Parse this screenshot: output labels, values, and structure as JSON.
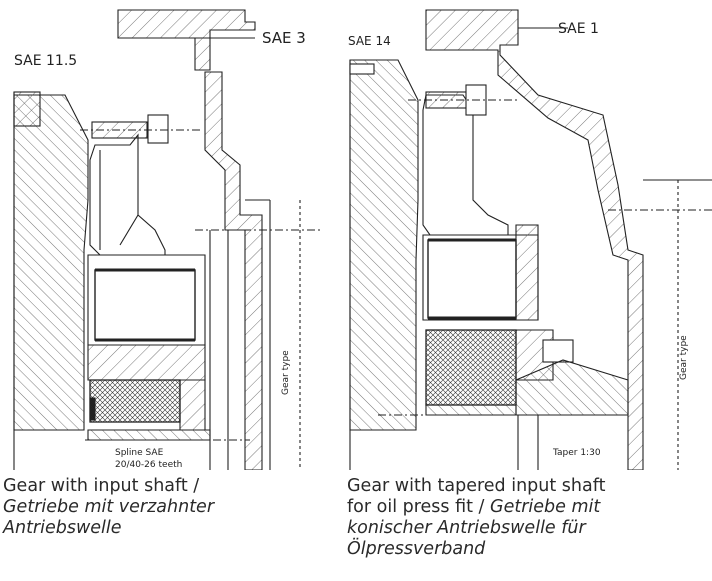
{
  "left": {
    "labels": {
      "sae_small": "SAE 11.5",
      "sae_large": "SAE 3",
      "gear_type": "Gear type",
      "spline": "Spline SAE",
      "spline_spec": "20/40-26 teeth"
    },
    "caption": {
      "line1": "Gear with input shaft /",
      "line2": "Getriebe mit verzahnter",
      "line3": "Antriebswelle"
    }
  },
  "right": {
    "labels": {
      "sae_small": "SAE 14",
      "sae_large": "SAE 1",
      "gear_type": "Gear type",
      "taper": "Taper 1:30"
    },
    "caption": {
      "line1": "Gear with tapered input shaft",
      "line2": "for oil press fit / ",
      "line2_it": "Getriebe mit",
      "line3": "konischer Antriebswelle für",
      "line4": "Ölpressverband"
    }
  },
  "colors": {
    "stroke": "#222222",
    "hatch": "#444444",
    "background": "#ffffff"
  }
}
